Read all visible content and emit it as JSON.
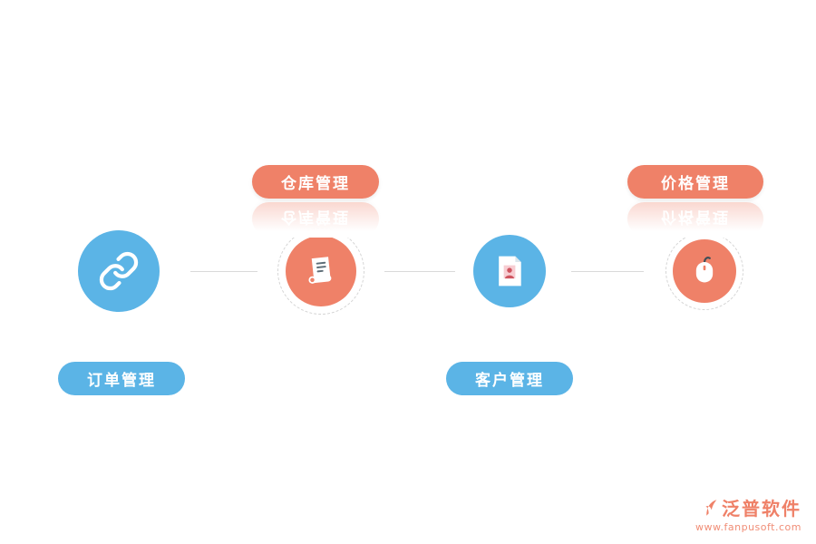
{
  "diagram": {
    "nodes": [
      {
        "id": "order",
        "label": "订单管理",
        "icon": "link-icon",
        "color": "#5bb4e6",
        "label_position": "below"
      },
      {
        "id": "warehouse",
        "label": "仓库管理",
        "icon": "scroll-icon",
        "color": "#ef8168",
        "label_position": "above"
      },
      {
        "id": "customer",
        "label": "客户管理",
        "icon": "id-card-icon",
        "color": "#5bb4e6",
        "label_position": "below"
      },
      {
        "id": "price",
        "label": "价格管理",
        "icon": "mouse-icon",
        "color": "#ef8168",
        "label_position": "above"
      }
    ],
    "connector_color": "#d9d9d9"
  },
  "colors": {
    "blue": "#5bb4e6",
    "coral": "#ef8168",
    "background": "#ffffff"
  },
  "footer": {
    "brand": "泛普软件",
    "url": "www.fanpusoft.com",
    "color": "#ef8168"
  }
}
